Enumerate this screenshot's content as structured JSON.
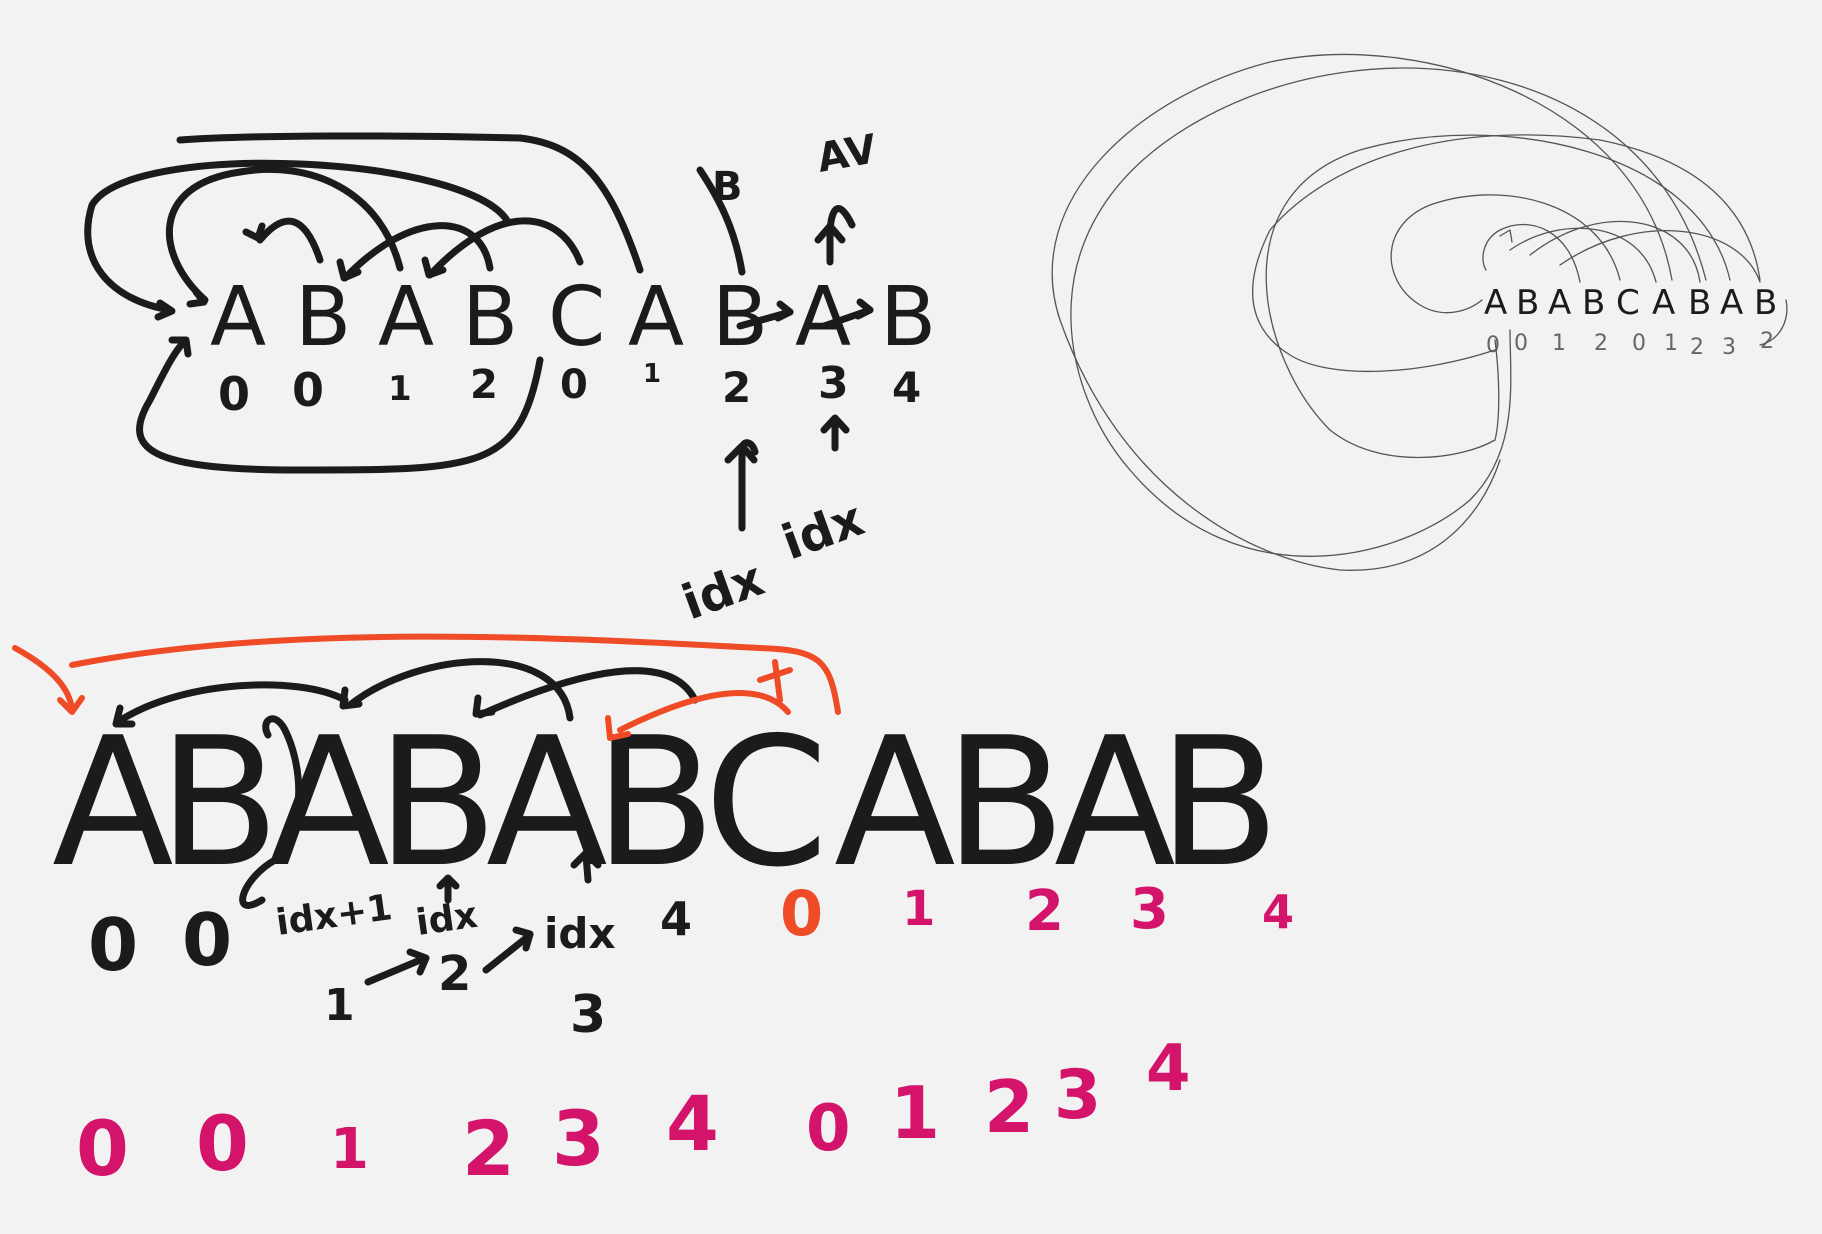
{
  "colors": {
    "background": "#f2f2f2",
    "ink": "#1b1b1b",
    "red": "#ee4b26",
    "magenta": "#d4136b",
    "thin": "#555555"
  },
  "top_string": {
    "letters": [
      "A",
      "B",
      "A",
      "B",
      "C",
      "A",
      "B",
      "A",
      "B"
    ],
    "indices": [
      "0",
      "0",
      "1",
      "2",
      "0",
      "1",
      "2",
      "3",
      "4"
    ],
    "annotations": [
      "idx",
      "idx",
      "B",
      "AV"
    ]
  },
  "bottom_string": {
    "letters": [
      "A",
      "B",
      "A",
      "B",
      "A",
      "B",
      "C",
      "A",
      "B",
      "A",
      "B"
    ],
    "black_indices": [
      "0",
      "0",
      "idx+1",
      "idx",
      "idx",
      "4"
    ],
    "sub_indices": [
      "1",
      "2",
      "3"
    ],
    "magenta_indices": [
      "0",
      "1",
      "2",
      "3",
      "4"
    ]
  },
  "bottom_row": [
    "0",
    "0",
    "1",
    "2",
    "3",
    "4",
    "0",
    "1",
    "2",
    "3",
    "4"
  ],
  "small_string": {
    "letters": [
      "A",
      "B",
      "A",
      "B",
      "C",
      "A",
      "B",
      "A",
      "B"
    ],
    "indices": [
      "0",
      "0",
      "1",
      "2",
      "0",
      "1",
      "2",
      "3",
      "2"
    ]
  }
}
